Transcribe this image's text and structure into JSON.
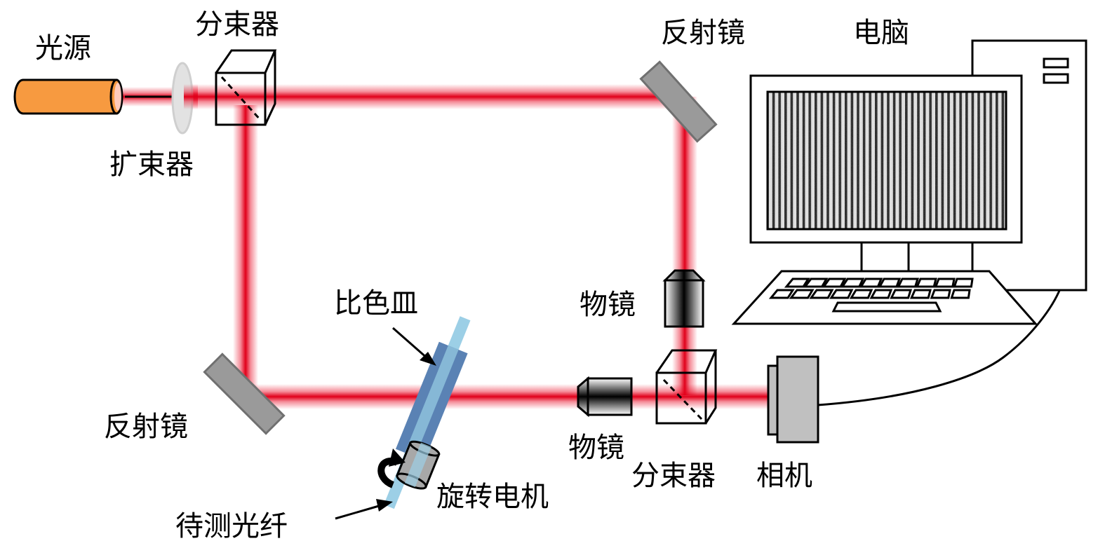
{
  "title": "Optical fiber interferometric measurement setup (Mach-Zehnder)",
  "colors": {
    "beam": "#e8001c",
    "source_body": "#f79a40",
    "mirror": "#9a9a9a",
    "mirror_edge": "#707070",
    "expander": "#e2e2e2",
    "cuvette_dark": "#5a82b4",
    "fiber_light": "#9ccfe6",
    "camera": "#c0c0c0",
    "motor": "#a8a8a8"
  },
  "labels": {
    "light_source": "光源",
    "beam_expander": "扩束器",
    "beam_splitter_top": "分束器",
    "mirror_top": "反射镜",
    "computer": "电脑",
    "mirror_bottom": "反射镜",
    "cuvette": "比色皿",
    "objective_top": "物镜",
    "objective_bottom": "物镜",
    "beam_splitter_bottom": "分束器",
    "camera": "相机",
    "rotation_motor": "旋转电机",
    "fiber_under_test": "待测光纤"
  },
  "components": [
    {
      "id": "light-source",
      "label_key": "light_source"
    },
    {
      "id": "beam-expander",
      "label_key": "beam_expander"
    },
    {
      "id": "beam-splitter-1",
      "label_key": "beam_splitter_top"
    },
    {
      "id": "mirror-1",
      "label_key": "mirror_top"
    },
    {
      "id": "mirror-2",
      "label_key": "mirror_bottom"
    },
    {
      "id": "cuvette",
      "label_key": "cuvette"
    },
    {
      "id": "fiber-under-test",
      "label_key": "fiber_under_test"
    },
    {
      "id": "rotation-motor",
      "label_key": "rotation_motor"
    },
    {
      "id": "objective-1",
      "label_key": "objective_top"
    },
    {
      "id": "objective-2",
      "label_key": "objective_bottom"
    },
    {
      "id": "beam-splitter-2",
      "label_key": "beam_splitter_bottom"
    },
    {
      "id": "camera",
      "label_key": "camera"
    },
    {
      "id": "computer",
      "label_key": "computer"
    }
  ],
  "monitor": {
    "content": "interference fringe pattern"
  },
  "keyboard": {
    "rows": 2,
    "keys_per_row": 10
  }
}
